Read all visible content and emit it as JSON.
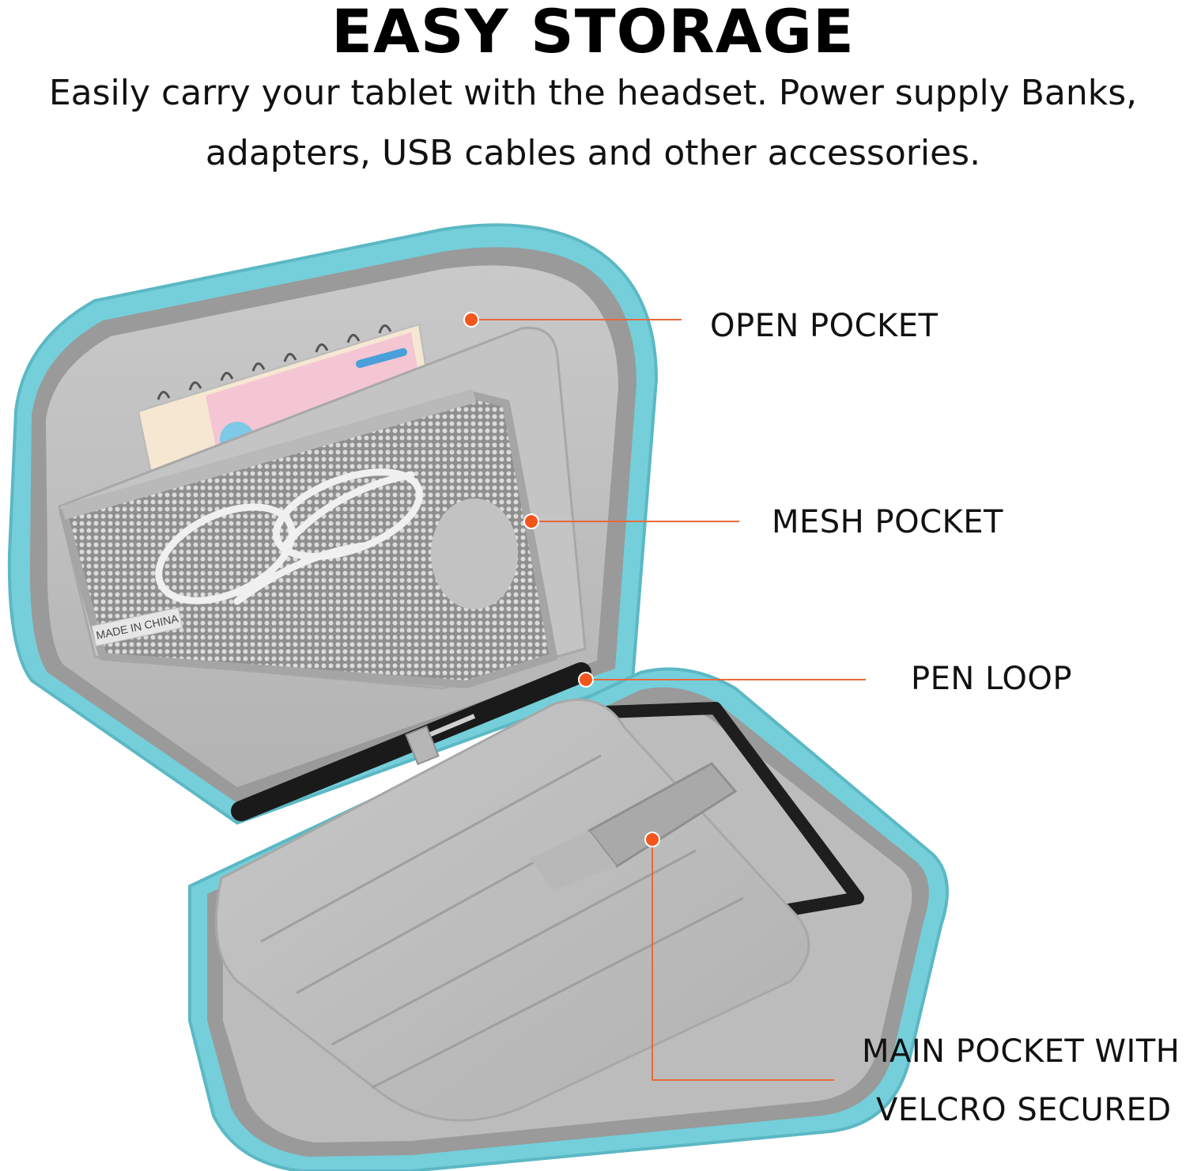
{
  "header": {
    "title": "EASY STORAGE",
    "description_line1": "Easily carry your tablet with the headset. Power supply Banks,",
    "description_line2": "adapters, USB cables and other accessories."
  },
  "callouts": {
    "open_pocket": "OPEN POCKET",
    "mesh_pocket": "MESH POCKET",
    "pen_loop": "PEN LOOP",
    "main_pocket_line1": "MAIN POCKET WITH",
    "main_pocket_line2": "VELCRO SECURED"
  },
  "product_label": "MADE IN CHINA",
  "colors": {
    "case_shell": "#7fd6e0",
    "lining": "#bdbdbd",
    "callout_dot": "#f2561d",
    "callout_line": "#e8693a"
  }
}
